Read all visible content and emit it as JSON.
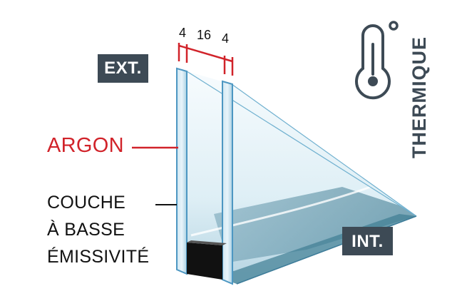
{
  "labels": {
    "exterior": "EXT.",
    "interior": "INT.",
    "gas": "ARGON",
    "coating_lines": [
      "COUCHE",
      "À BASSE",
      "ÉMISSIVITÉ"
    ],
    "category": "THERMIQUE"
  },
  "dimensions": {
    "pane_outer": "4",
    "gap": "16",
    "pane_inner": "4"
  },
  "icons": {
    "category_icon": "thermometer-icon"
  },
  "colors": {
    "accent_red": "#d1232a",
    "badge_dark": "#3d4a55",
    "glass_edge": "#5aa0c8",
    "spacer": "#111111"
  }
}
